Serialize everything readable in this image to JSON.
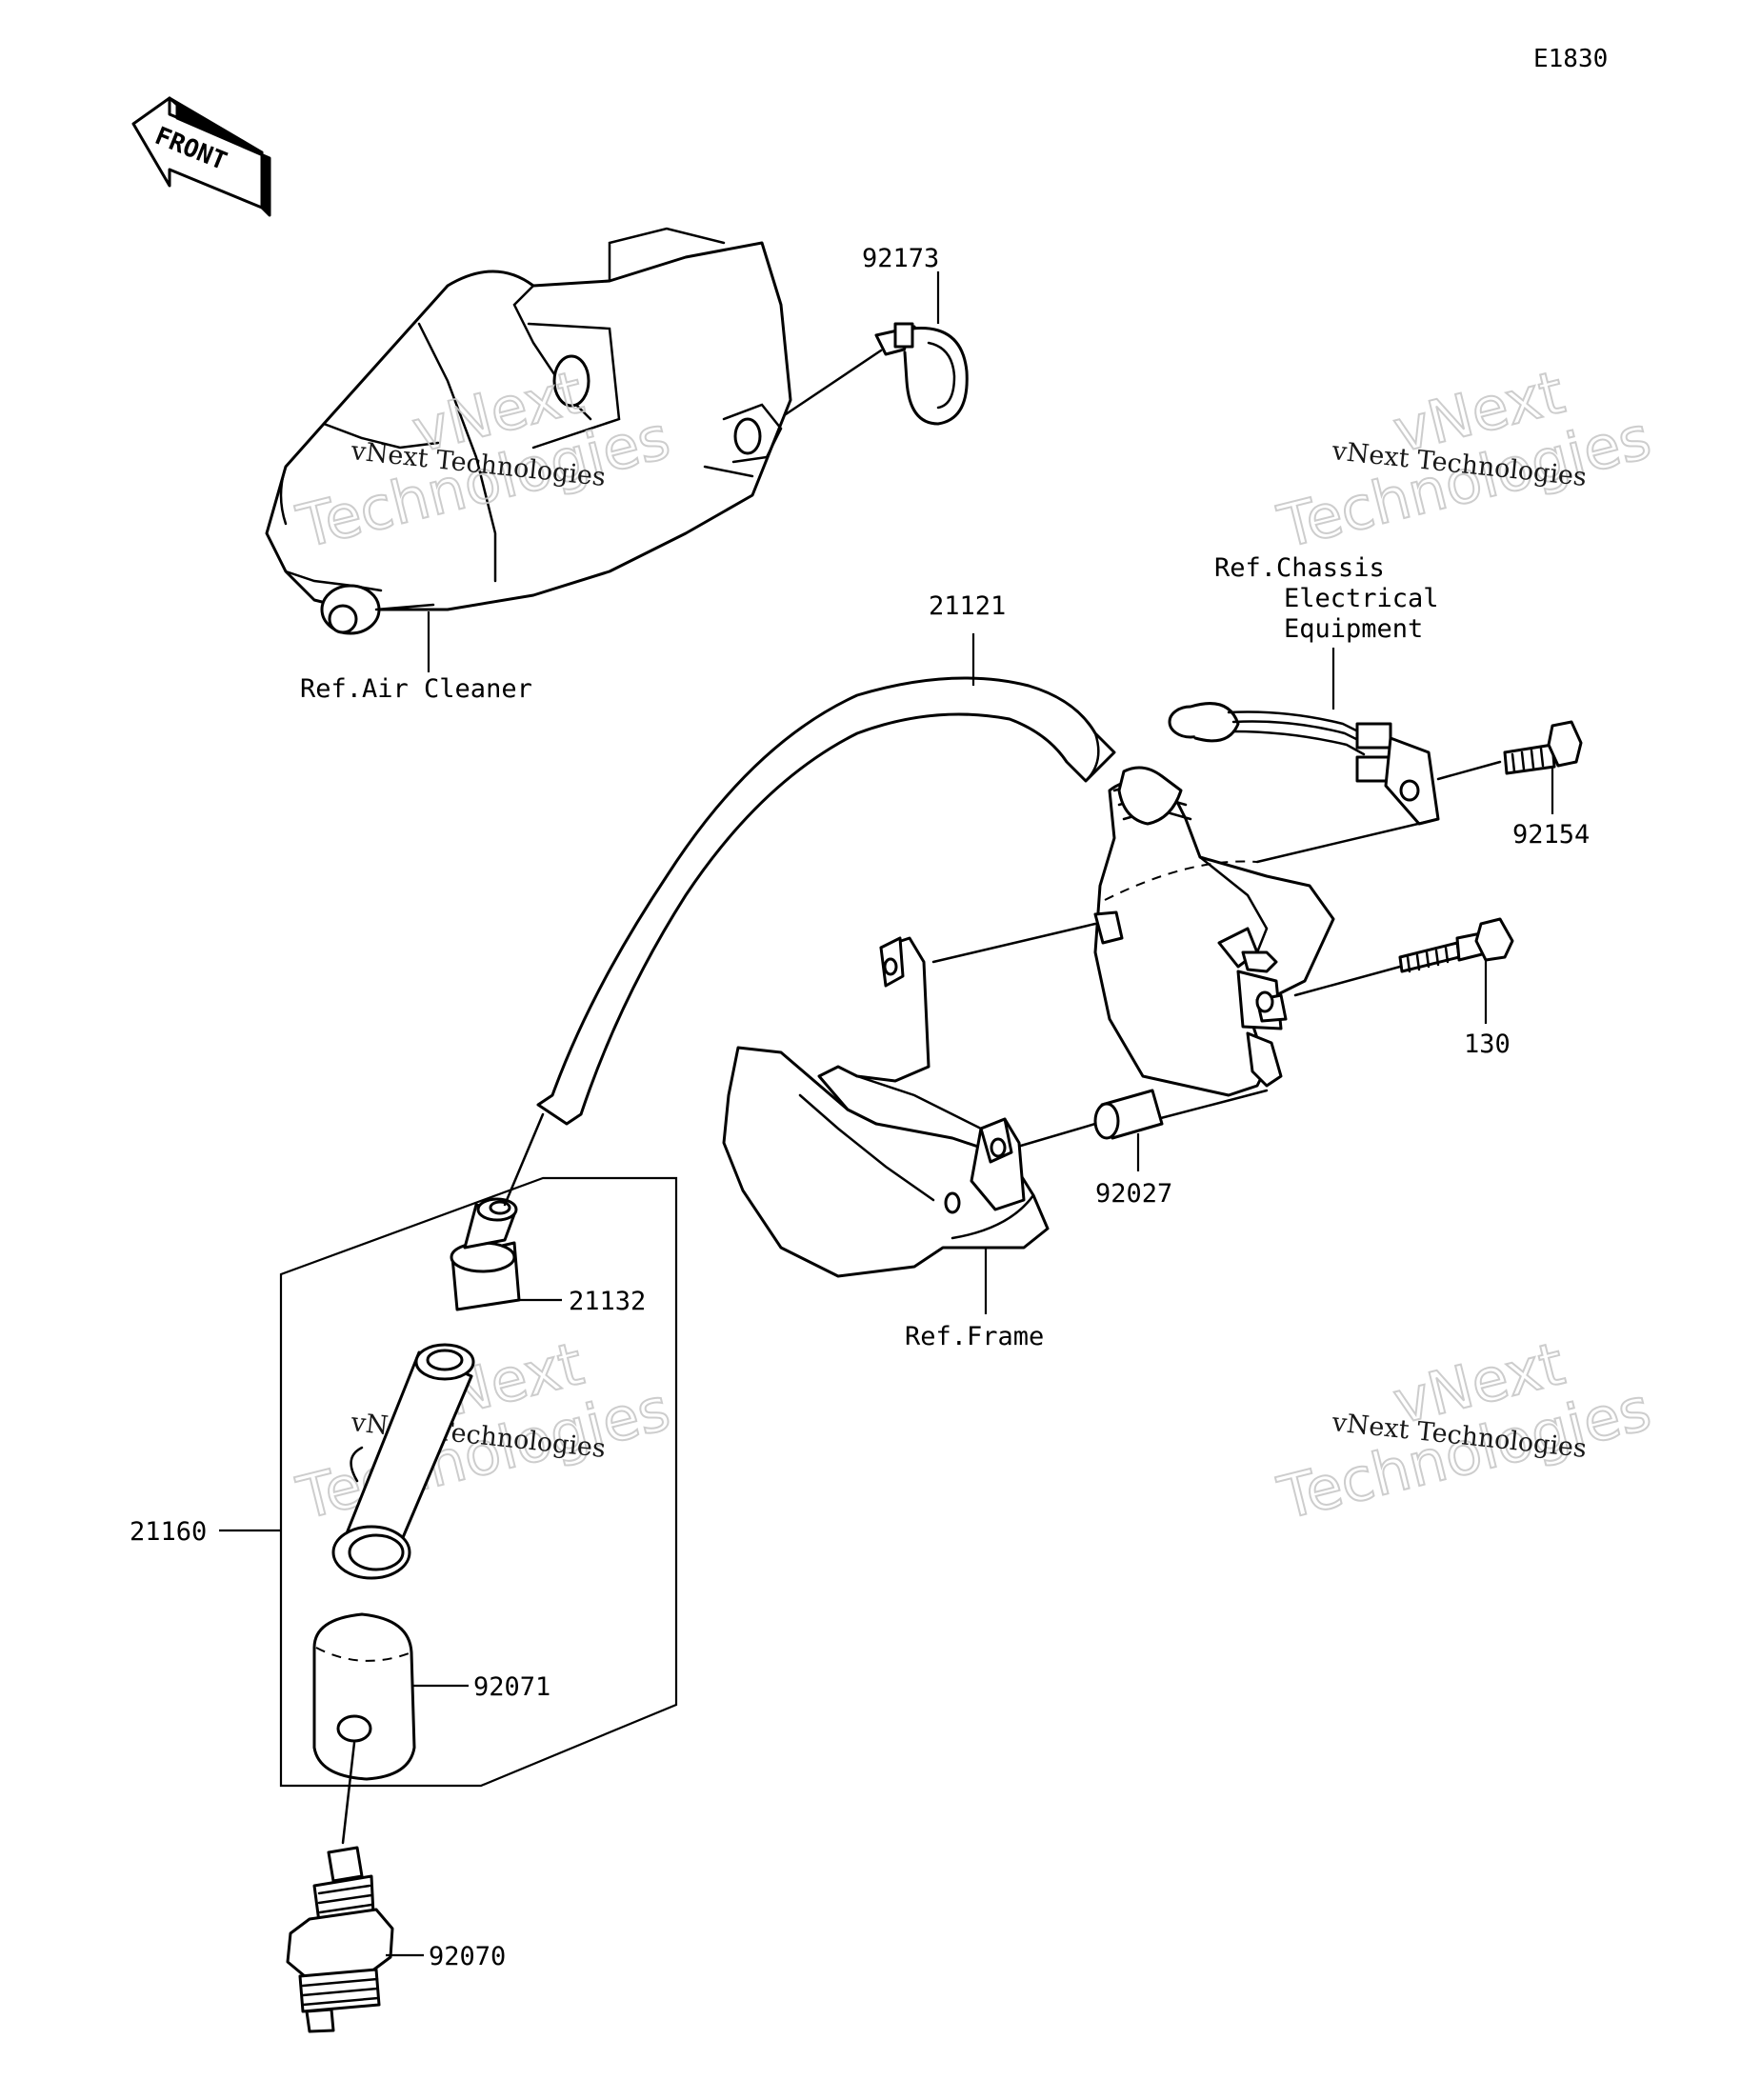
{
  "diagram_code": "E1830",
  "front_indicator": "FRONT",
  "labels": {
    "p92173": "92173",
    "ref_air_cleaner": "Ref.Air Cleaner",
    "p21121": "21121",
    "ref_chassis_1": "Ref.Chassis",
    "ref_chassis_2": "Electrical",
    "ref_chassis_3": "Equipment",
    "p92154": "92154",
    "p130": "130",
    "p92027": "92027",
    "ref_frame": "Ref.Frame",
    "p21132": "21132",
    "p21160": "21160",
    "p92071": "92071",
    "p92070": "92070"
  },
  "watermark": {
    "line1": "vNext Technologies",
    "line2": "vNext",
    "line3": "Technologies"
  }
}
